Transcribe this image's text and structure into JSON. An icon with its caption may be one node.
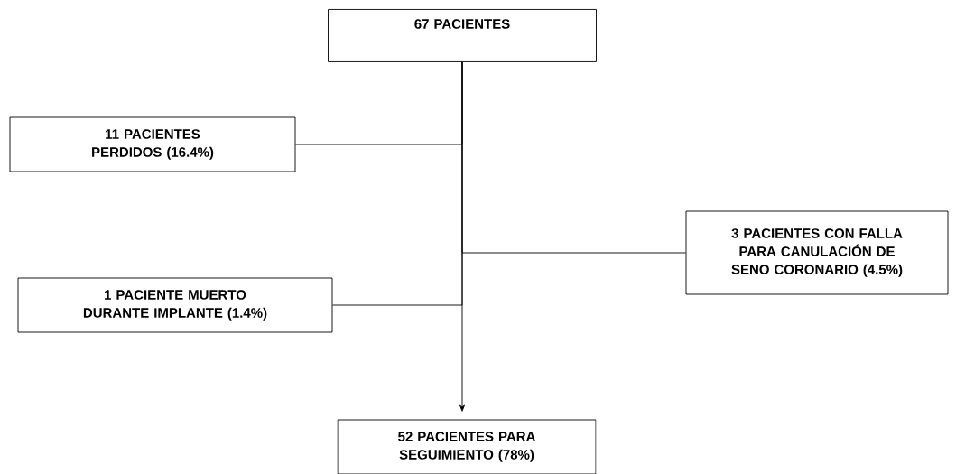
{
  "diagram": {
    "nodes": [
      {
        "text": [
          "67 PACIENTES"
        ]
      },
      {
        "text": [
          "11 PACIENTES PERDIDOS (16.4%)"
        ]
      },
      {
        "text": [
          "3 PACIENTES CON FALLA PARA CANULACIÓN DE SENO CORONARIO (4.5%)"
        ]
      },
      {
        "text": [
          "1 PACIENTE MUERTO DURANTE IMPLANTE (1.4%)"
        ]
      },
      {
        "text": [
          "52 PACIENTES PARA SEGUIMIENTO (78%)"
        ]
      }
    ],
    "edges": [
      {
        "from": 0,
        "to": 1,
        "arrow": "none"
      },
      {
        "from": 0,
        "to": 2,
        "arrow": "none"
      },
      {
        "from": 0,
        "to": 3,
        "arrow": "none"
      },
      {
        "from": 0,
        "to": 4,
        "arrow": "to"
      }
    ]
  }
}
